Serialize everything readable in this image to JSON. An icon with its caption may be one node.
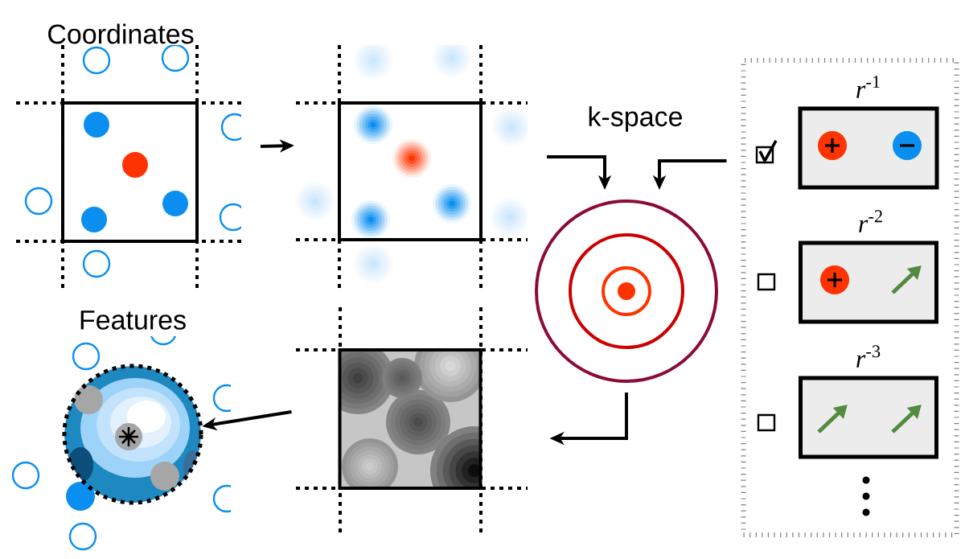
{
  "diagram": {
    "nodes": [
      {
        "text": [
          "Coordinates"
        ]
      },
      {
        "text": [],
        "shape": "box"
      },
      {
        "text": [
          "k-space"
        ]
      },
      {
        "text": [],
        "shape": "box"
      },
      {
        "text": [
          "*r*$^{-1}$"
        ],
        "in": 3
      },
      {
        "text": [
          "*r*$^{-2}$"
        ],
        "in": 3
      },
      {
        "text": [
          "*r*$^{-3}$"
        ],
        "in": 3
      },
      {
        "text": [],
        "shape": "box"
      },
      {
        "text": [
          "Features"
        ]
      }
    ],
    "edges": [
      {
        "from": 0,
        "to": 1,
        "arrow": "to"
      },
      {
        "from": 1,
        "to": 2,
        "arrow": "to"
      },
      {
        "from": 3,
        "to": 2,
        "arrow": "to"
      },
      {
        "from": 2,
        "to": 7,
        "arrow": "to"
      },
      {
        "from": 7,
        "to": 8,
        "arrow": "to"
      }
    ]
  }
}
